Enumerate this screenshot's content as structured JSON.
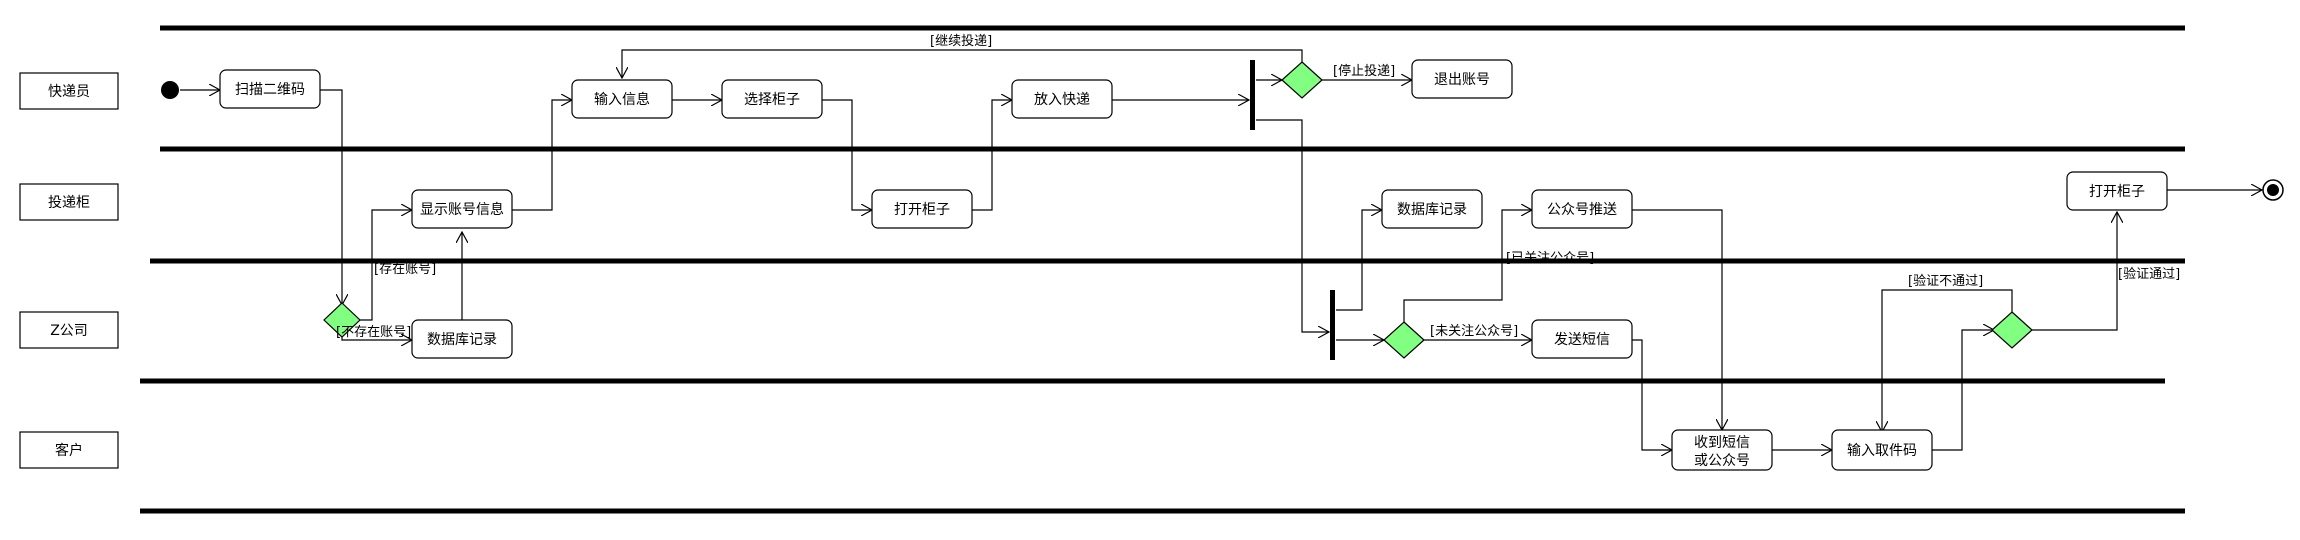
{
  "lanes": [
    "快递员",
    "投递柜",
    "Z公司",
    "客户"
  ],
  "nodes": {
    "scan_qr": "扫描二维码",
    "input_info": "输入信息",
    "select_cabinet": "选择柜子",
    "place_parcel": "放入快递",
    "logout": "退出账号",
    "show_account": "显示账号信息",
    "open_cabinet_1": "打开柜子",
    "db_record_cabinet": "数据库记录",
    "wechat_push": "公众号推送",
    "open_cabinet_2": "打开柜子",
    "db_record_company": "数据库记录",
    "send_sms": "发送短信",
    "receive_line1": "收到短信",
    "receive_line2": "或公众号",
    "input_code": "输入取件码"
  },
  "guards": {
    "continue": "[继续投递]",
    "stop": "[停止投递]",
    "has_account": "[存在账号]",
    "no_account": "[不存在账号]",
    "followed": "[已关注公众号]",
    "not_followed": "[未关注公众号]",
    "verify_fail": "[验证不通过]",
    "verify_pass": "[验证通过]"
  },
  "colors": {
    "decision_fill": "#80ff80",
    "line": "#000000",
    "node_fill": "#ffffff"
  }
}
